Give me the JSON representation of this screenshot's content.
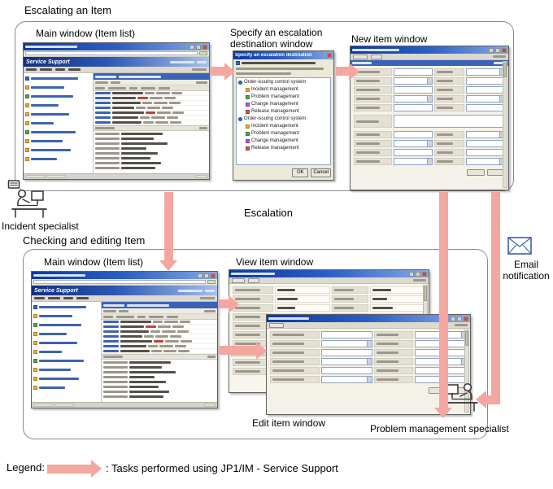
{
  "page": {
    "heading": "Escalating an Item",
    "legend": {
      "label": "Legend:",
      "text": ": Tasks performed using JP1/IM - Service Support"
    }
  },
  "escalating": {
    "main_window_label": "Main window (Item list)",
    "dialog_window_label": "Specify an escalation destination window",
    "new_item_window_label": "New item window"
  },
  "checking": {
    "section_label": "Checking and editing Item",
    "main_window_label": "Main window (Item list)",
    "view_item_window_label": "View item window",
    "edit_item_window_label": "Edit item window"
  },
  "flow": {
    "escalation_label": "Escalation",
    "email_label_line1": "Email",
    "email_label_line2": "notification",
    "incident_specialist": "Incident specialist",
    "problem_specialist": "Problem management specialist"
  },
  "mini": {
    "app_banner": "Service Support",
    "dialog_title": "Specify an escalation destination",
    "ok_button": "OK",
    "cancel_button": "Cancel",
    "workboards": [
      {
        "label": "Order-issuing control system"
      },
      {
        "label": "Incident management"
      },
      {
        "label": "Problem management"
      },
      {
        "label": "Change management"
      },
      {
        "label": "Release management"
      },
      {
        "label": "Order-issuing control system"
      },
      {
        "label": "Incident management"
      },
      {
        "label": "Problem management"
      },
      {
        "label": "Change management"
      },
      {
        "label": "Release management"
      }
    ]
  }
}
